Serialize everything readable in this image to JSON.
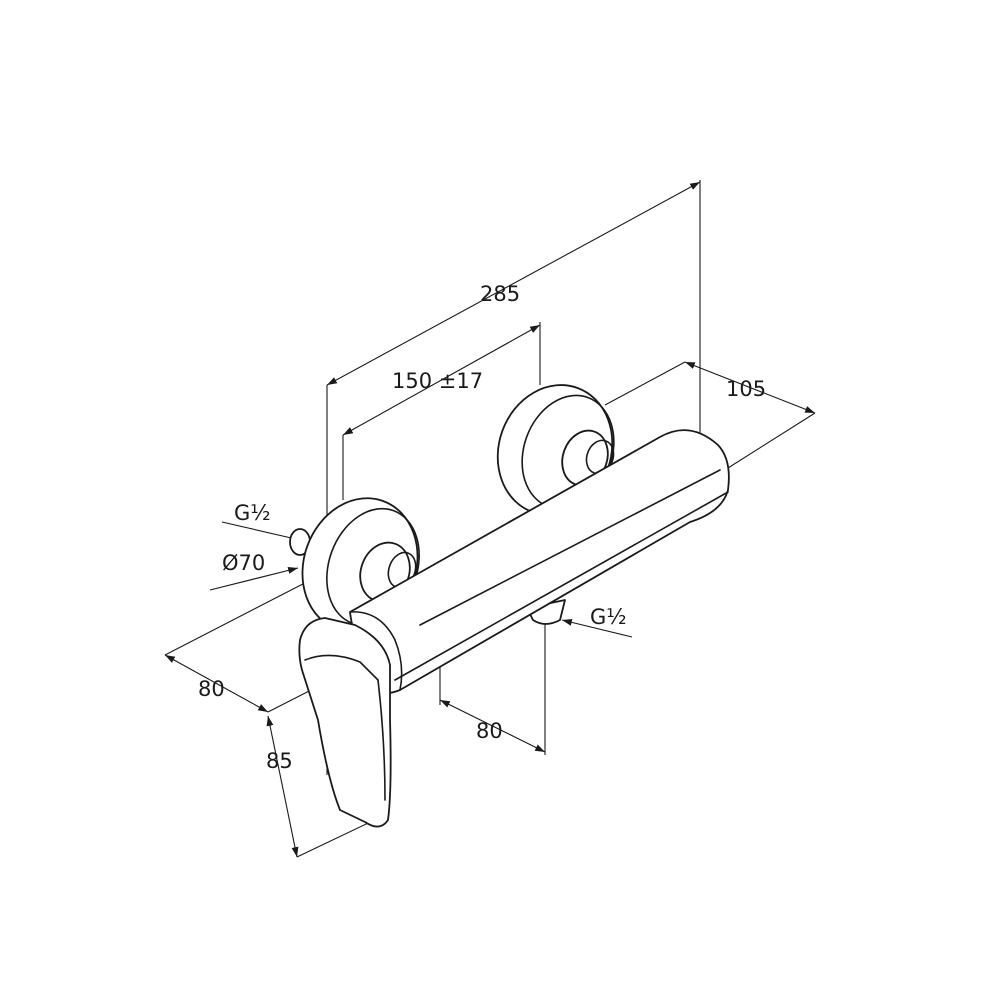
{
  "drawing": {
    "title": "Shower mixer dimension drawing",
    "dimensions": {
      "overall_length": "285",
      "inlet_spacing": "150 ±17",
      "depth": "105",
      "inlet_thread_left": "G½",
      "escutcheon_diameter": "Ø70",
      "handle_projection": "80",
      "handle_height": "85",
      "outlet_offset": "80",
      "outlet_thread": "G½"
    }
  }
}
